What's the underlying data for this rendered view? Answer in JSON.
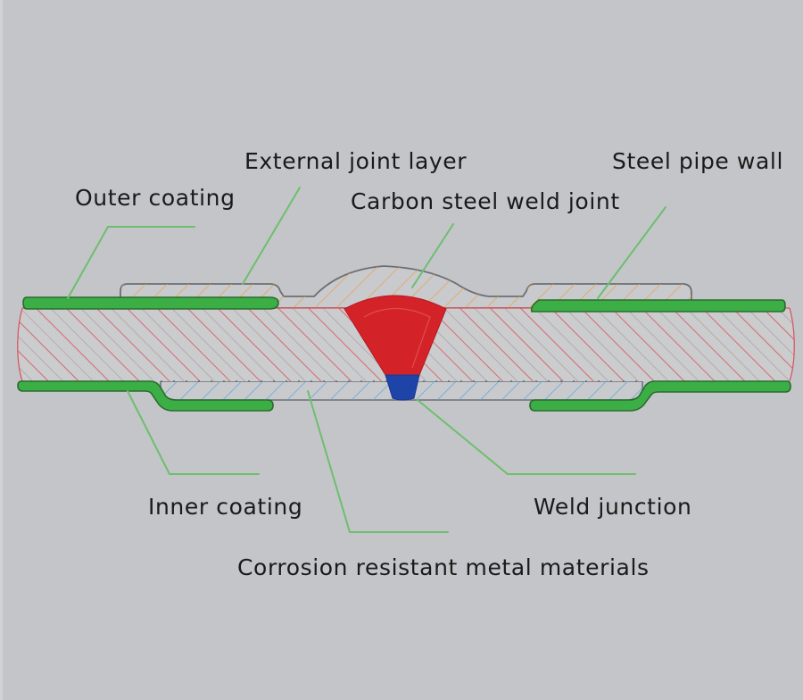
{
  "diagram": {
    "title": "Pipe weld joint cross-section",
    "labels": {
      "external_joint_layer": "External joint layer",
      "steel_pipe_wall": "Steel pipe wall",
      "outer_coating": "Outer coating",
      "carbon_steel_weld_joint": "Carbon steel weld joint",
      "inner_coating": "Inner coating",
      "weld_junction": "Weld junction",
      "corrosion_resistant": "Corrosion resistant metal materials"
    },
    "colors": {
      "background": "#c4c5c8",
      "coating_green": "#3cae46",
      "coating_outline": "#2a6b2f",
      "weld_red": "#d42328",
      "weld_root_blue": "#1f44a8",
      "pipe_hatch_red": "#d9505a",
      "joint_hatch_orange": "#e9a04a",
      "corrosion_hatch_blue": "#5aa6d6",
      "leader_green": "#6cbf6e",
      "outline_gray": "#6b6f74"
    }
  }
}
